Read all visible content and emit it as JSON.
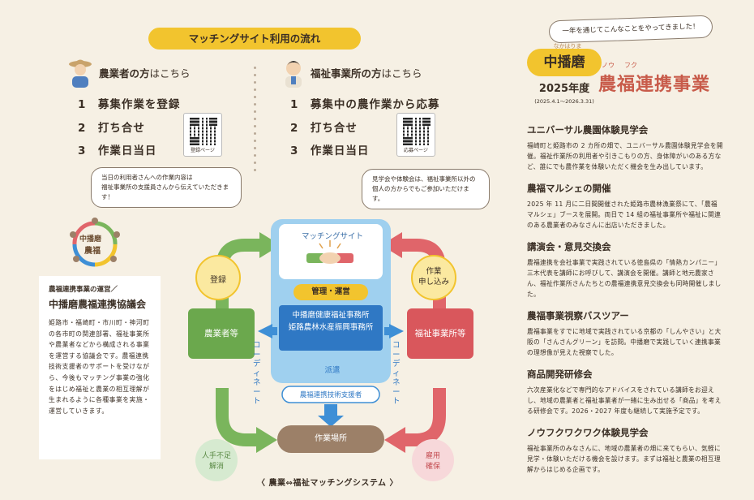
{
  "flow": {
    "title": "マッチングサイト利用の流れ",
    "farmer": {
      "heading_main": "農業者の方",
      "heading_sub": "はこちら",
      "steps": [
        "1　募集作業を登録",
        "2　打ち合せ",
        "3　作業日当日"
      ],
      "qr_label": "登録ページ",
      "note_line1": "当日の利用者さんへの作業内容は",
      "note_line2": "福祉事業所の支援員さんから伝えていただきます！"
    },
    "welfare": {
      "heading_main": "福祉事業所の方",
      "heading_sub": "はこちら",
      "steps": [
        "1　募集中の農作業から応募",
        "2　打ち合せ",
        "3　作業日当日"
      ],
      "qr_label": "応募ページ",
      "note_line1": "見学会や体験会は、福祉事業所以外の",
      "note_line2": "個人の方からでもご参加いただけます。"
    }
  },
  "org": {
    "logo_line1": "中播磨",
    "logo_line2": "農福",
    "subtitle": "農福連携事業の運営／",
    "title": "中播磨農福連携協議会",
    "body": "姫路市・福崎町・市川町・神河町の各市町の関連部署、福祉事業所や農業者などから構成される事業を運営する協議会です。農福連携技術支援者のサポートを受けながら、今後もマッチング事業の強化をはじめ福祉と農業の相互理解が生まれるように各種事業を実施・運営していきます。"
  },
  "system": {
    "site_label": "マッチングサイト",
    "mgmt_label": "管理・運営",
    "office_line1": "中播磨健康福祉事務所",
    "office_line2": "姫路農林水産振興事務所",
    "dispatch": "派遣",
    "supporter": "農福連携技術支援者",
    "farmer_box": "農業者等",
    "welfare_box": "福祉事業所等",
    "worksite": "作業場所",
    "register": "登録",
    "apply_line1": "作業",
    "apply_line2": "申し込み",
    "coordinate": "コーディネート",
    "labor_line1": "人手不足",
    "labor_line2": "解消",
    "employ_line1": "雇用",
    "employ_line2": "確保",
    "caption": "〈 農業⇔福祉マッチングシステム 〉",
    "colors": {
      "green": "#7ab55c",
      "red": "#e0656a",
      "blue": "#3e8fd6",
      "light_blue": "#9fd0ef",
      "brown": "#9c8068",
      "yellow": "#f2c42e"
    }
  },
  "project": {
    "banner": "一年を通じてこんなことをやってきました！",
    "region_ruby": "なかはりま",
    "region": "中播磨",
    "year": "2025年度",
    "period": "(2025.4.1〜2026.3.31)",
    "title_ruby1": "ノウ",
    "title_ruby2": "フク",
    "title": "農福連携事業",
    "items": [
      {
        "title": "ユニバーサル農園体験見学会",
        "body": "福崎町と姫路市の 2 カ所の畑で、ユニバーサル農園体験見学会を開催。福祉作業所の利用者や引きこもりの方、身体障がいのある方など、誰にでも農作業を体験いただく機会を生み出しています。"
      },
      {
        "title": "農福マルシェの開催",
        "body": "2025 年 11 月に二日間開催された姫路市農林漁業祭にて、「農福マルシェ」ブースを展開。両日で 14 組の福祉事業所や福祉に関連のある農業者のみなさんに出店いただきました。"
      },
      {
        "title": "講演会・意見交換会",
        "body": "農福連携を会社事業で実践されている徳島県の「情熱カンパニー」三木代表を講師にお呼びして、講演会を開催。講師と地元農家さん、福祉作業所さんたちとの農福連携意見交換会も同時開催しました。"
      },
      {
        "title": "農福事業視察バスツアー",
        "body": "農福事業をすでに地域で実践されている京都の「しんやさい」と大阪の「さんさんグリーン」を訪問。中播磨で実践していく連携事業の理想像が見えた視察でした。"
      },
      {
        "title": "商品開発研修会",
        "body": "六次産業化などで専門的なアドバイスをされている講師をお迎えし、地域の農業者と福祉事業者が一緒に生み出せる「商品」を考える研修会です。2026・2027 年度も継続して実施予定です。"
      },
      {
        "title": "ノウフクワクワク体験見学会",
        "body": "福祉事業所のみなさんに、地域の農業者の畑に来てもらい、気軽に見学・体験いただける機会を設けます。まずは福祉と農業の相互理解からはじめる企画です。"
      }
    ]
  }
}
